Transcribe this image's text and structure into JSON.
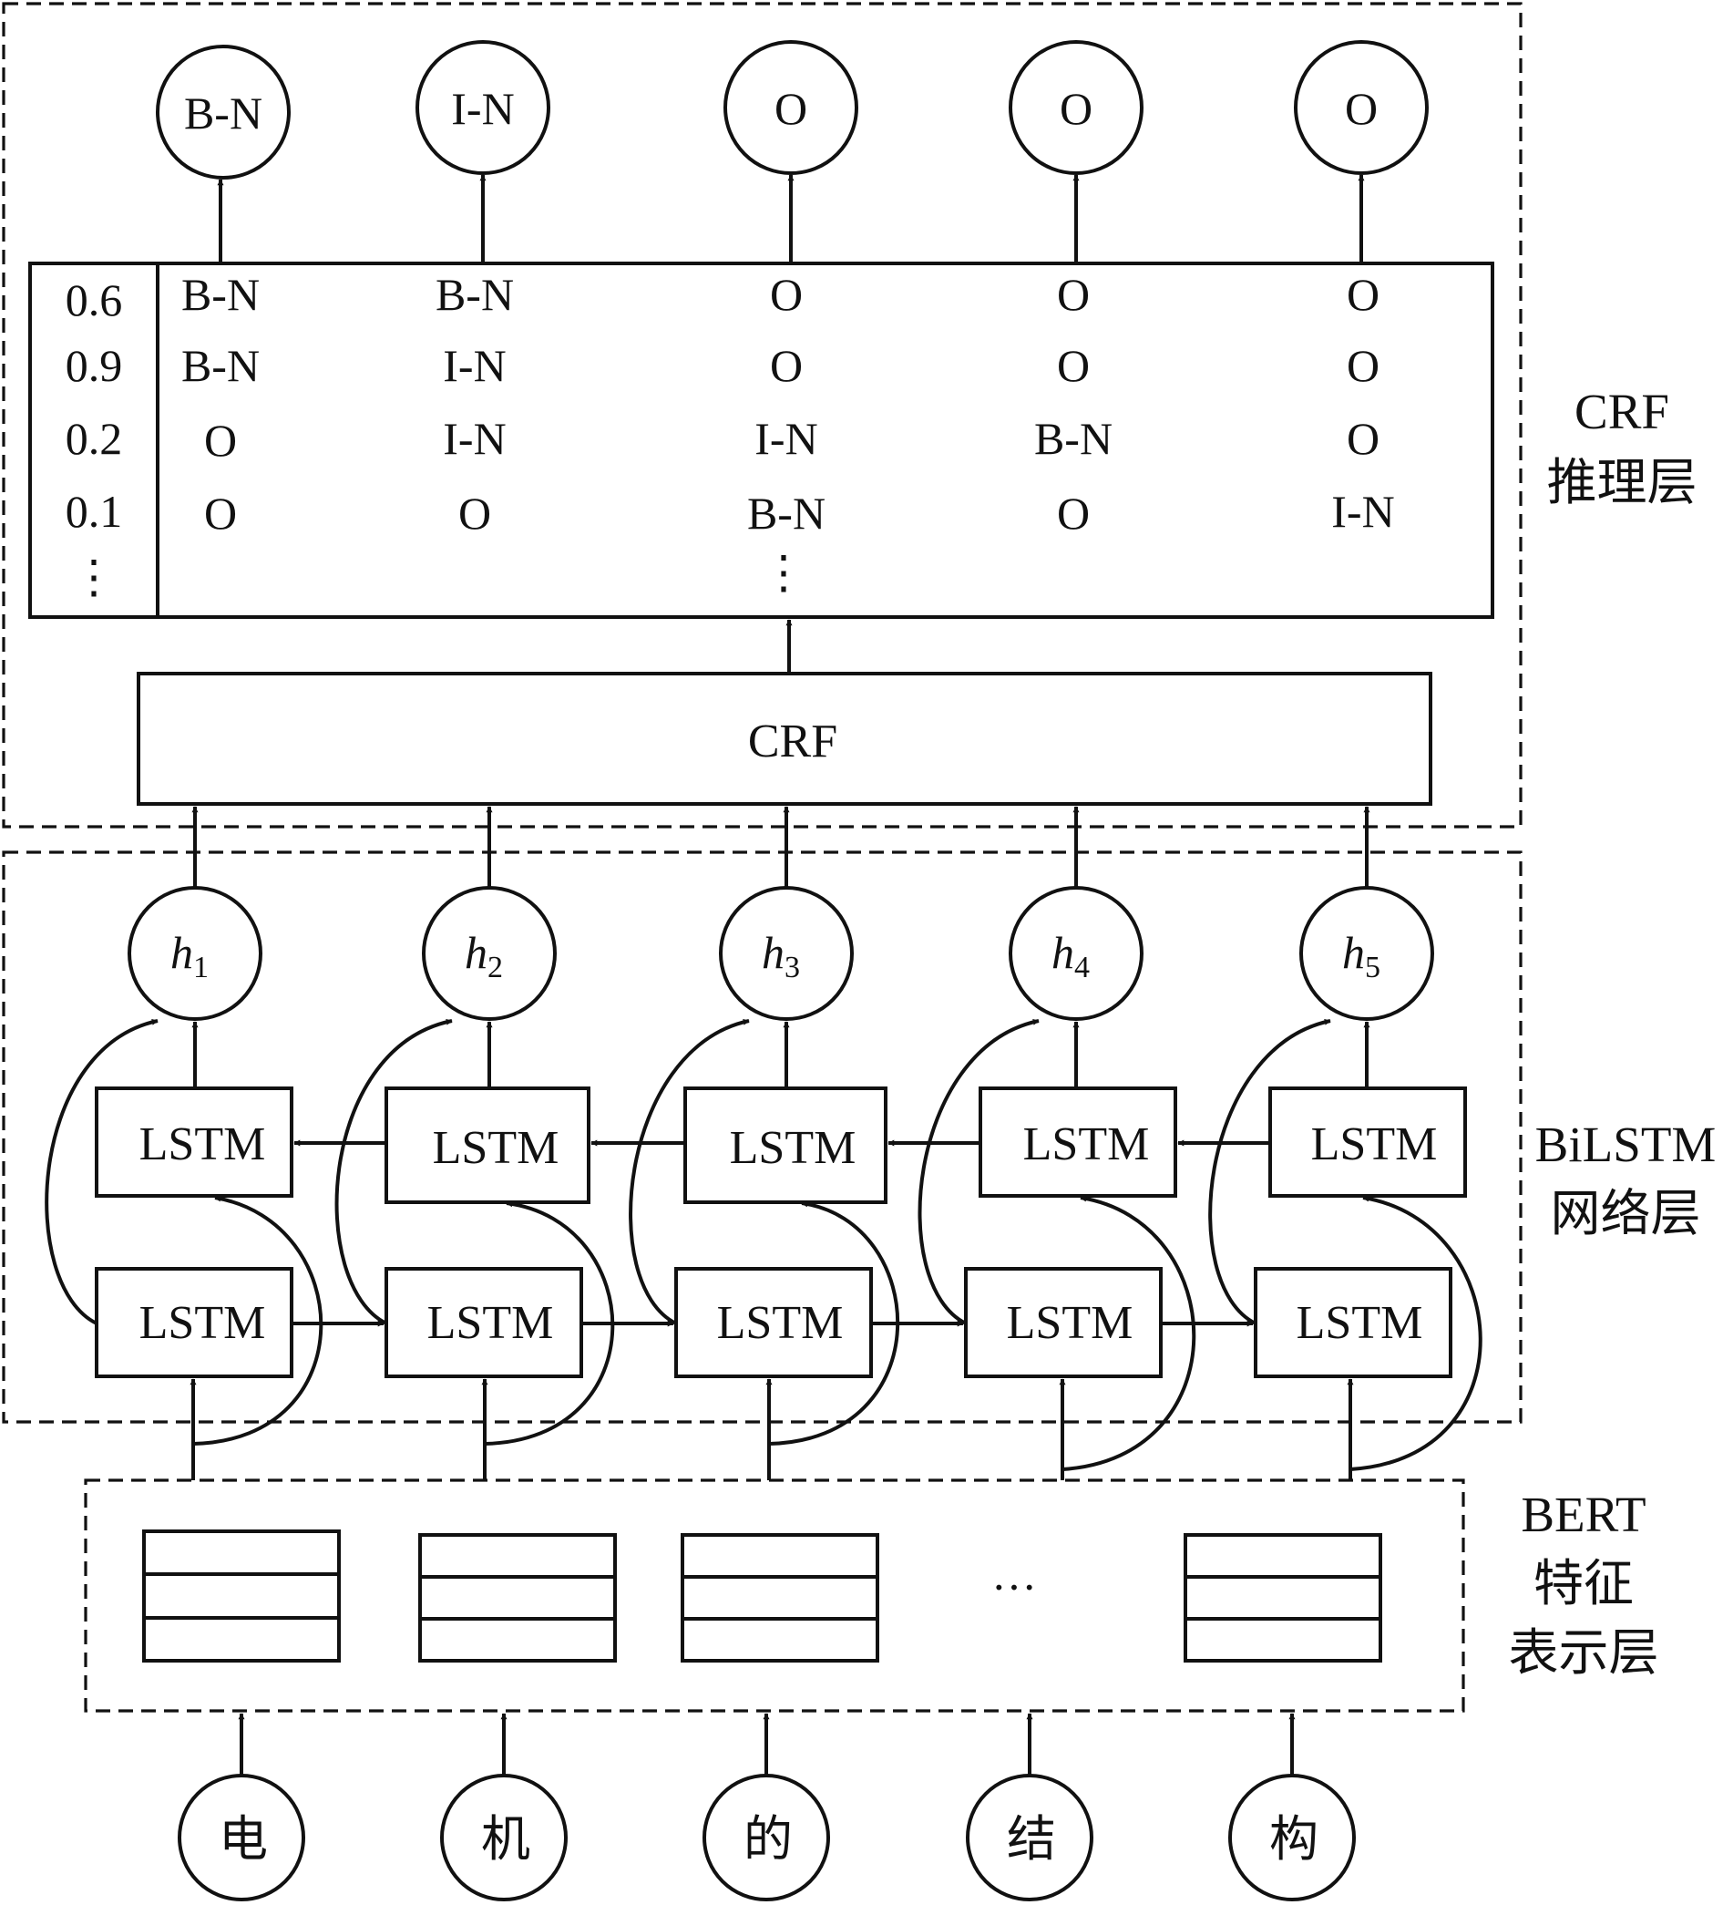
{
  "layers": {
    "crf": {
      "line1": "CRF",
      "line2": "推理层"
    },
    "bilstm": {
      "line1": "BiLSTM",
      "line2": "网络层"
    },
    "bert": {
      "line1": "BERT",
      "line2": "特征",
      "line3": "表示层"
    }
  },
  "output_tags": [
    "B-N",
    "I-N",
    "O",
    "O",
    "O"
  ],
  "crf_table": {
    "rows": [
      {
        "score": "0.6",
        "tags": [
          "B-N",
          "B-N",
          "O",
          "O",
          "O"
        ]
      },
      {
        "score": "0.9",
        "tags": [
          "B-N",
          "I-N",
          "O",
          "O",
          "O"
        ]
      },
      {
        "score": "0.2",
        "tags": [
          "O",
          "I-N",
          "I-N",
          "B-N",
          "O"
        ]
      },
      {
        "score": "0.1",
        "tags": [
          "O",
          "O",
          "B-N",
          "O",
          "I-N"
        ]
      }
    ],
    "ellipsis": "⋮"
  },
  "crf_box": {
    "label": "CRF"
  },
  "hidden_nodes": [
    {
      "name": "h",
      "sub": "1"
    },
    {
      "name": "h",
      "sub": "2"
    },
    {
      "name": "h",
      "sub": "3"
    },
    {
      "name": "h",
      "sub": "4"
    },
    {
      "name": "h",
      "sub": "5"
    }
  ],
  "lstm_label": "LSTM",
  "bert_ellipsis": "···",
  "input_tokens": [
    "电",
    "机",
    "的",
    "结",
    "构"
  ]
}
